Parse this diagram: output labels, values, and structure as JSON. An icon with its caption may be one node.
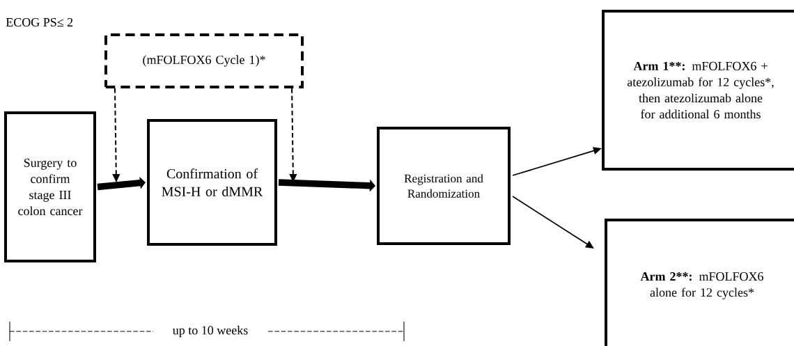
{
  "diagram": {
    "nodes": [
      {
        "text": [
          "(mFOLFOX6 Cycle 1)*"
        ]
      },
      {
        "text": [
          "Surgery to confirm stage III colon cancer"
        ]
      },
      {
        "text": [
          "Confirmation of MSI-H or dMMR"
        ]
      },
      {
        "text": [
          "Registration and Randomization"
        ]
      },
      {
        "text": [
          "Arm 1**:",
          "mFOLFOX6 + atezolizumab for 12 cycles*, then atezolizumab alone for additional 6 months"
        ]
      },
      {
        "text": [
          "Arm 2**:",
          "mFOLFOX6 alone for 12 cycles*"
        ]
      }
    ],
    "edges": [
      {
        "from": 0,
        "to": null,
        "arrow": "to",
        "style": "dashed"
      },
      {
        "from": 0,
        "to": null,
        "arrow": "to",
        "style": "dashed"
      },
      {
        "from": 1,
        "to": 2,
        "arrow": "to",
        "style": "thick"
      },
      {
        "from": 2,
        "to": 3,
        "arrow": "to",
        "style": "thick"
      },
      {
        "from": 3,
        "to": 4,
        "arrow": "to"
      },
      {
        "from": 3,
        "to": 5,
        "arrow": "to"
      }
    ],
    "labels": [
      "ECOG PS≤ 2",
      "up to 10 weeks"
    ]
  }
}
